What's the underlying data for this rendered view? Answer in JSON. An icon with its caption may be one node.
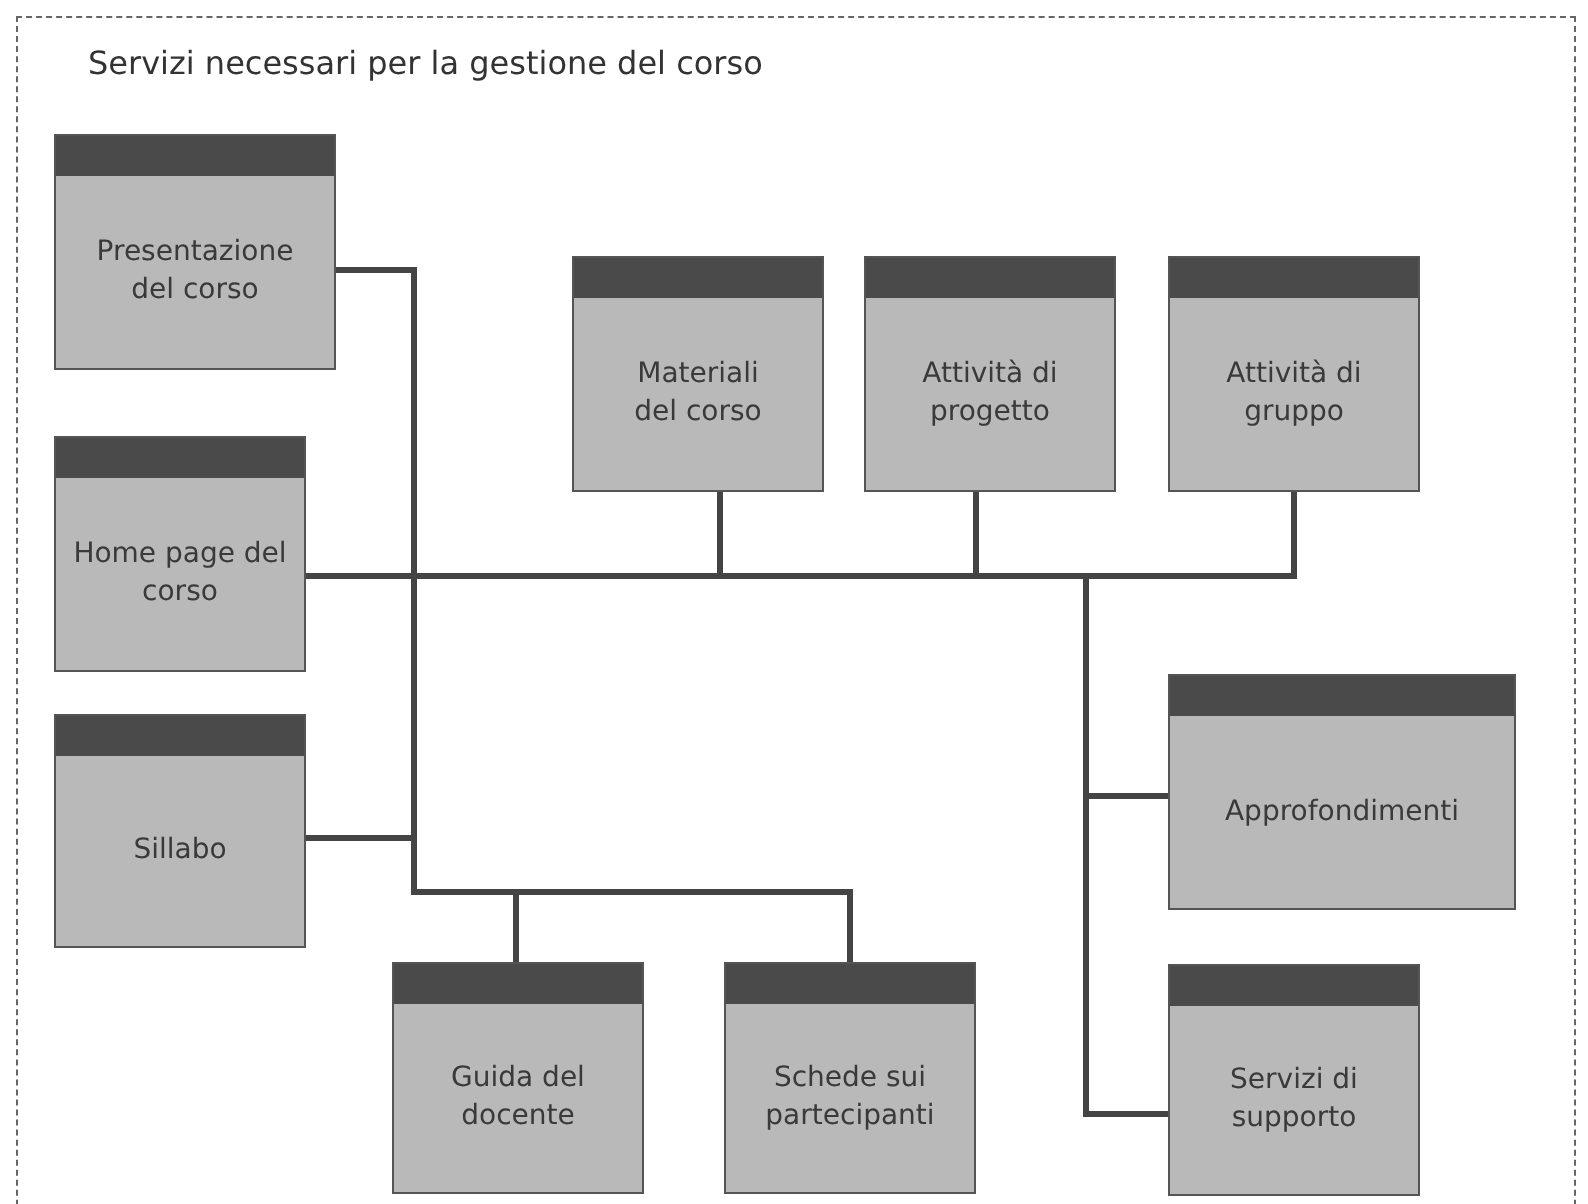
{
  "diagram": {
    "title": "Servizi necessari per la gestione del corso",
    "nodes": [
      {
        "text": [
          "Presentazione del corso"
        ]
      },
      {
        "text": [
          "Materiali del corso"
        ]
      },
      {
        "text": [
          "Attività di progetto"
        ]
      },
      {
        "text": [
          "Attività di gruppo"
        ]
      },
      {
        "text": [
          "Home page del corso"
        ]
      },
      {
        "text": [
          "Approfondimenti"
        ]
      },
      {
        "text": [
          "Sillabo"
        ]
      },
      {
        "text": [
          "Guida del docente"
        ]
      },
      {
        "text": [
          "Schede sui partecipanti"
        ]
      },
      {
        "text": [
          "Servizi di supporto"
        ]
      }
    ],
    "edges": [
      {
        "from": 4,
        "to": 0,
        "arrow": "none"
      },
      {
        "from": 4,
        "to": 1,
        "arrow": "none"
      },
      {
        "from": 4,
        "to": 2,
        "arrow": "none"
      },
      {
        "from": 4,
        "to": 3,
        "arrow": "none"
      },
      {
        "from": 4,
        "to": 5,
        "arrow": "none"
      },
      {
        "from": 4,
        "to": 6,
        "arrow": "none"
      },
      {
        "from": 4,
        "to": 7,
        "arrow": "none"
      },
      {
        "from": 4,
        "to": 8,
        "arrow": "none"
      },
      {
        "from": 4,
        "to": 9,
        "arrow": "none"
      }
    ]
  }
}
